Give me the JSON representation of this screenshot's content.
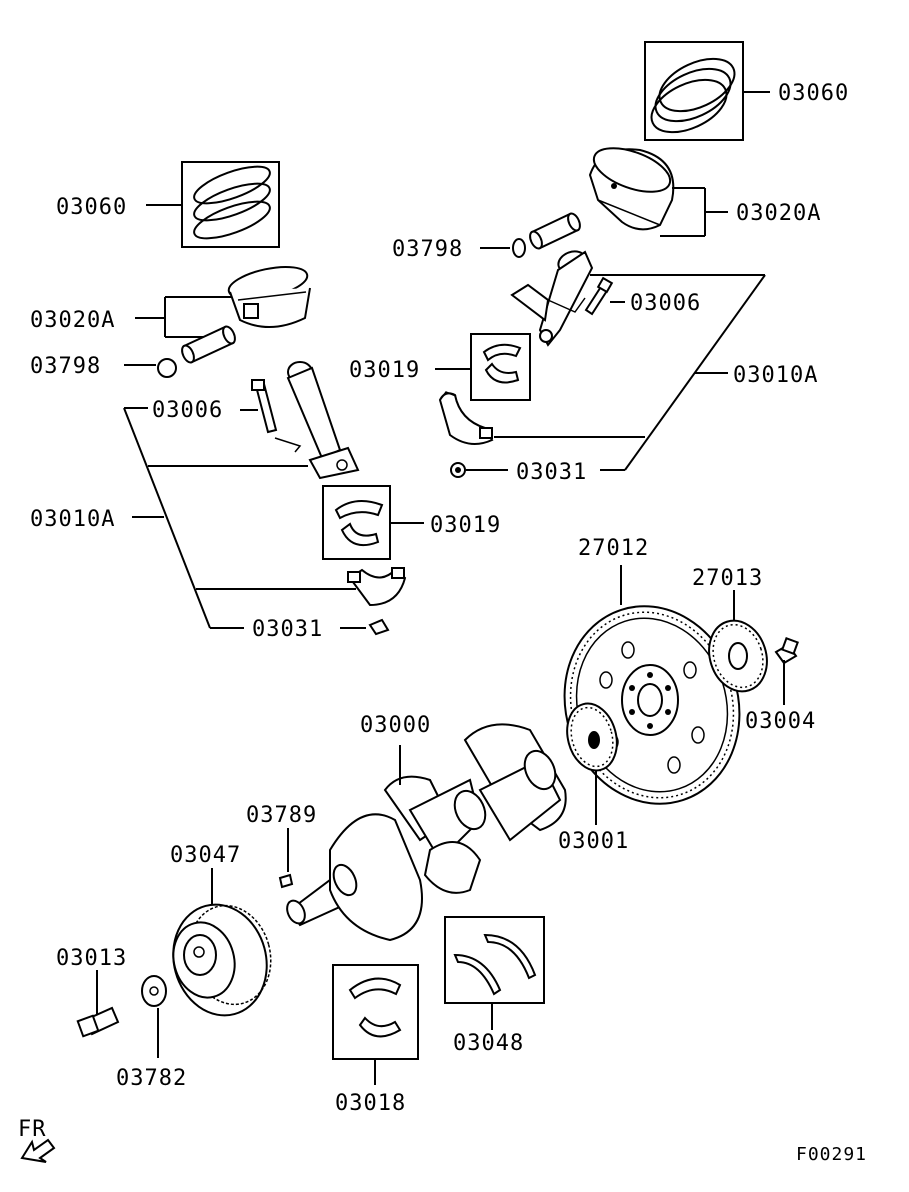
{
  "diagram": {
    "labels": {
      "rings_top": "03060",
      "piston_top": "03020A",
      "clip_top": "03798",
      "bolt_top": "03006",
      "bearing_top": "03019",
      "rod_assy_top": "03010A",
      "nut_top": "03031",
      "rings_left": "03060",
      "piston_left": "03020A",
      "clip_left": "03798",
      "bolt_left": "03006",
      "rod_assy_left": "03010A",
      "bearing_left": "03019",
      "nut_left": "03031",
      "flywheel": "27012",
      "adapter_plate": "27013",
      "flywheel_bolt": "03004",
      "crankshaft": "03000",
      "crank_plate": "03001",
      "key": "03789",
      "damper_pulley": "03047",
      "pulley_bolt": "03013",
      "washer": "03782",
      "main_bearing": "03018",
      "thrust_bearing": "03048"
    },
    "direction_label": "FR",
    "figure_code": "F00291"
  }
}
